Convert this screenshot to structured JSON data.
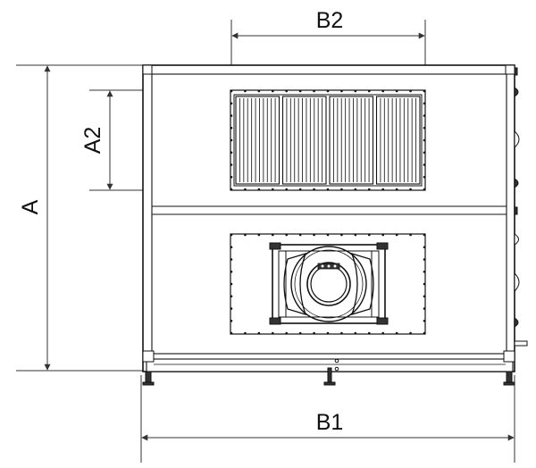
{
  "dimensions": {
    "overall_height": "A",
    "overall_width": "B1",
    "damper_width": "B2",
    "damper_height": "A2"
  },
  "components": {
    "damper_sections": 4,
    "fan_icon": "fan-icon"
  },
  "colors": {
    "line": "#111111",
    "panel": "#ffffff",
    "dim_line": "#333333"
  }
}
